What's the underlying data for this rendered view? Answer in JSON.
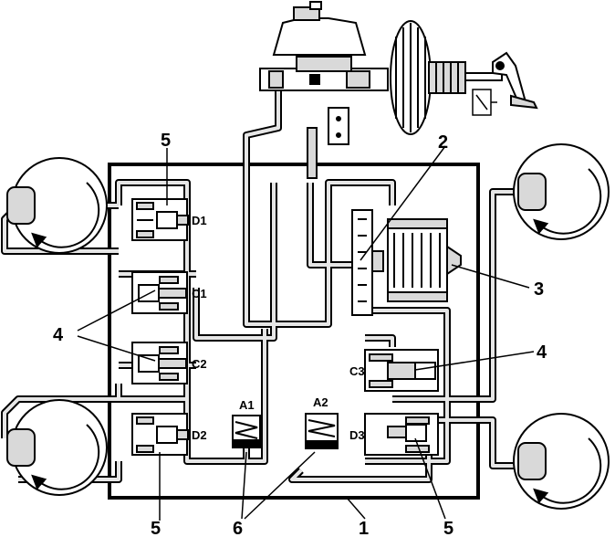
{
  "callouts": {
    "housing": "1",
    "pump_motor": "2",
    "electric_motor": "3",
    "return_valve": "4",
    "inlet_valve": "5",
    "accumulator": "6"
  },
  "valves": {
    "d1": "D1",
    "c1": "C1",
    "c2": "C2",
    "d2": "D2",
    "c3": "C3",
    "d3": "D3"
  },
  "accumulators": {
    "a1": "A1",
    "a2": "A2"
  },
  "colors": {
    "line": "#000000",
    "pipe_fill": "#e6e6e6",
    "part_fill": "#d9d9d9",
    "background": "#ffffff"
  }
}
